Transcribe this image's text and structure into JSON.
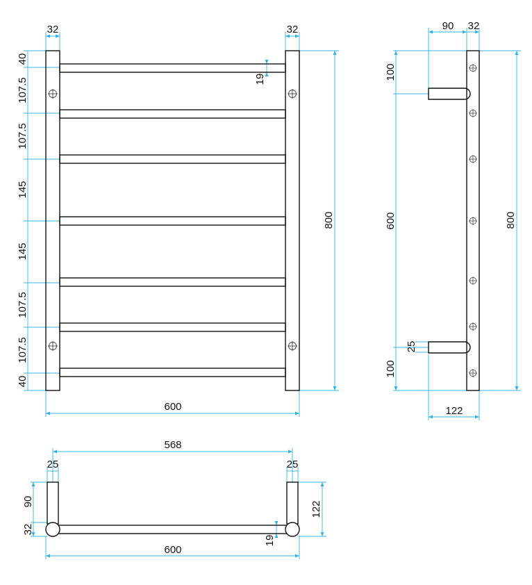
{
  "front_view": {
    "top_left_width": "32",
    "top_right_width": "32",
    "left_segments": [
      "40",
      "107.5",
      "107.5",
      "145",
      "145",
      "107.5",
      "107.5",
      "40"
    ],
    "bar_thickness": "19",
    "total_height": "800",
    "total_width": "600"
  },
  "side_view": {
    "top_depth": "90",
    "top_post_width": "32",
    "top_offset": "100",
    "span": "600",
    "bottom_offset": "100",
    "total_height": "800",
    "bar_diameter": "25",
    "total_depth": "122"
  },
  "plan_view": {
    "inner_span": "568",
    "left_bar": "25",
    "right_bar": "25",
    "depth": "90",
    "post": "32",
    "total_depth": "122",
    "bar_thickness": "19",
    "total_width": "600"
  },
  "colors": {
    "object_lines": "#111111",
    "dimension_lines": "#2fb4e6"
  }
}
